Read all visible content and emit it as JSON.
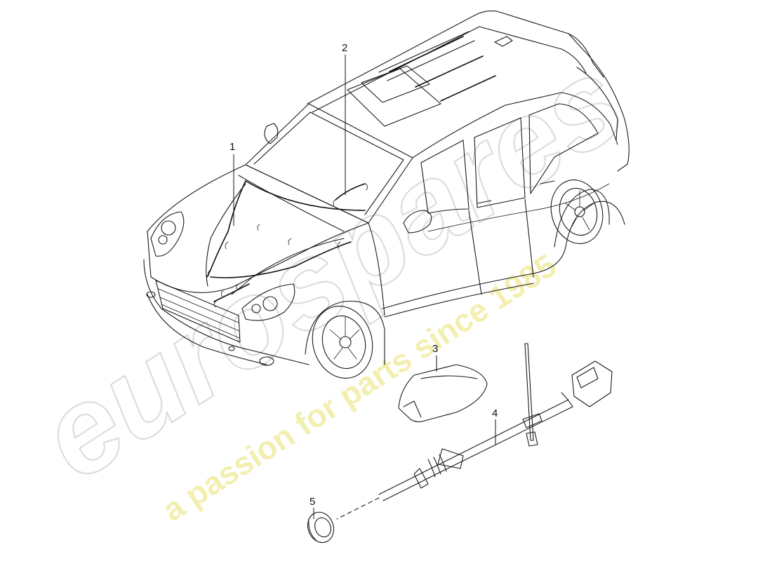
{
  "watermark": {
    "brand": "eurospares",
    "tagline": "a passion for parts since 1985"
  },
  "callouts": [
    {
      "id": "1",
      "label": "1"
    },
    {
      "id": "2",
      "label": "2"
    },
    {
      "id": "3",
      "label": "3"
    },
    {
      "id": "4",
      "label": "4"
    },
    {
      "id": "5",
      "label": "5"
    }
  ]
}
